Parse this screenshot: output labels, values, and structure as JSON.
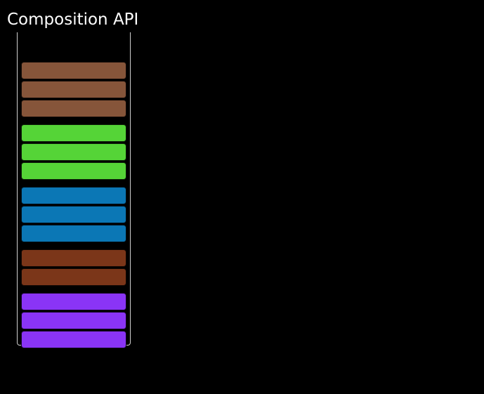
{
  "figure": {
    "title": "Composition API",
    "title_color": "#ffffff",
    "background_color": "#000000",
    "panel_border_color": "#cfcfcf"
  },
  "blocks": {
    "description": "stacked rounded code-fragment blocks grouped by color",
    "block_count": 14,
    "groups": [
      {
        "name": "brown",
        "color": "#86553a",
        "count": 3
      },
      {
        "name": "green",
        "color": "#55d437",
        "count": 3
      },
      {
        "name": "blue",
        "color": "#0b77b5",
        "count": 3
      },
      {
        "name": "rust",
        "color": "#7b3619",
        "count": 2
      },
      {
        "name": "purple",
        "color": "#8a34f6",
        "count": 3
      }
    ]
  }
}
